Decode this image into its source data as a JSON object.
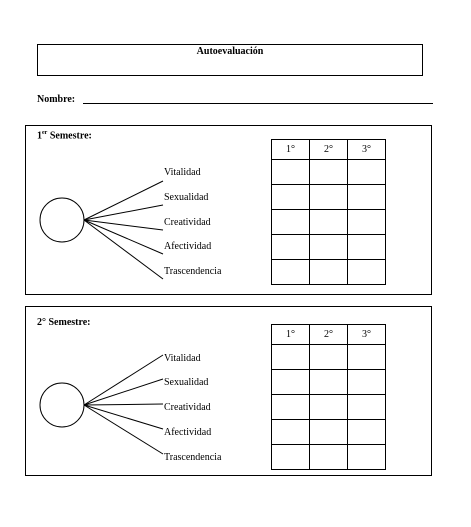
{
  "document": {
    "title": "Autoevaluación",
    "name_label": "Nombre:"
  },
  "semesters": [
    {
      "title_main": "1",
      "title_sup": "er",
      "title_rest": " Semestre:",
      "areas": [
        "Vitalidad",
        "Sexualidad",
        "Creatividad",
        "Afectividad",
        "Trascendencia"
      ],
      "columns": [
        "1°",
        "2°",
        "3°"
      ]
    },
    {
      "title_main": "2° Semestre:",
      "title_sup": "",
      "title_rest": "",
      "areas": [
        "Vitalidad",
        "Sexualidad",
        "Creatividad",
        "Afectividad",
        "Trascendencia"
      ],
      "columns": [
        "1°",
        "2°",
        "3°"
      ]
    }
  ]
}
